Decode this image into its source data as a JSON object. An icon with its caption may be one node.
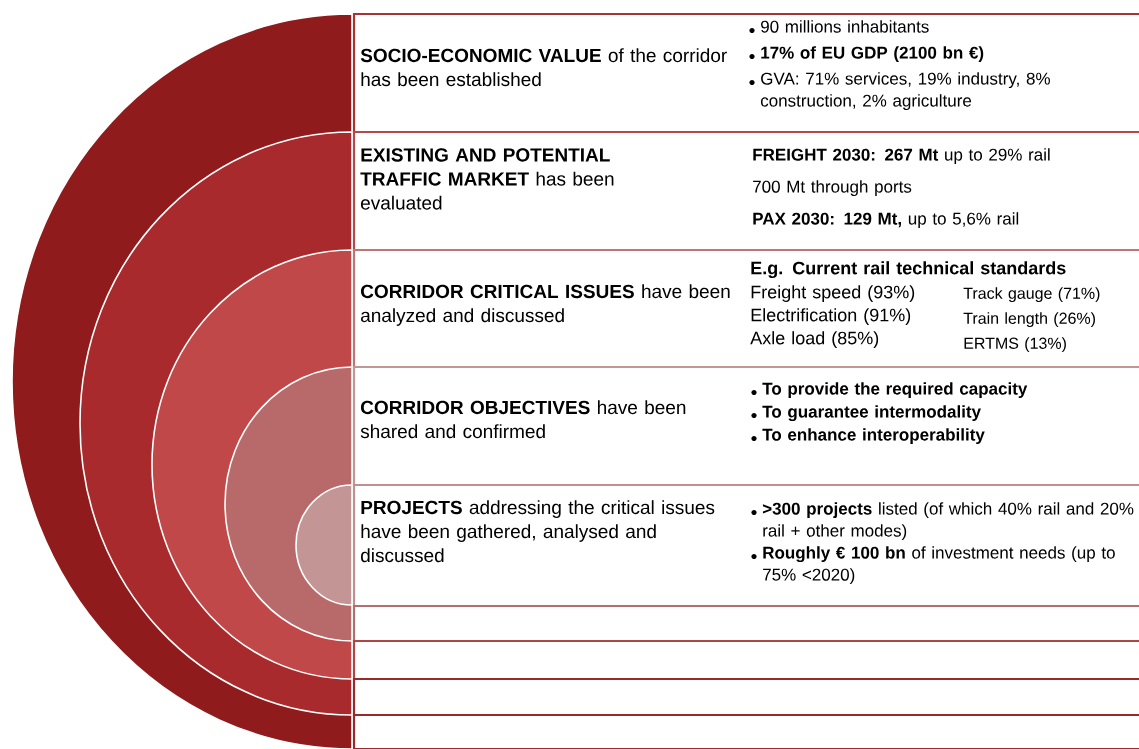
{
  "diagram": {
    "nodes": [
      {
        "text": [
          "**SOCIO-ECONOMIC VALUE** of the corridor has been established",
          "90 millions inhabitants",
          "**17% of EU GDP (2100 bn €)**",
          "GVA: 71% services, 19% industry, 8% construction, 2% agriculture"
        ]
      },
      {
        "text": [
          "**EXISTING AND POTENTIAL TRAFFIC MARKET** has been evaluated",
          "**FREIGHT 2030: 267 Mt** up to 29% rail",
          "700 Mt through ports",
          "**PAX 2030: 129 Mt,** up to 5,6% rail"
        ]
      },
      {
        "text": [
          "**CORRIDOR CRITICAL ISSUES** have been analyzed and discussed",
          "**E.g. Current rail technical standards**",
          "Freight speed (93%)",
          "Electrification (91%)",
          "Axle load (85%)",
          "Track gauge (71%)",
          "Train length (26%)",
          "ERTMS (13%)"
        ]
      },
      {
        "text": [
          "**CORRIDOR OBJECTIVES** have been shared and confirmed",
          "**To provide the required capacity**",
          "**To guarantee intermodality**",
          "**To enhance interoperability**"
        ]
      },
      {
        "text": [
          "**PROJECTS** addressing the critical issues have been gathered, analysed and discussed",
          "**>300 projects** listed (of which 40% rail and 20% rail + other modes)",
          "**Roughly € 100 bn** of investment needs (up to 75% <2020)"
        ]
      },
      {
        "text": [],
        "shape": "box"
      },
      {
        "text": [],
        "shape": "box"
      },
      {
        "text": [],
        "shape": "box"
      },
      {
        "text": [],
        "shape": "box"
      }
    ]
  }
}
